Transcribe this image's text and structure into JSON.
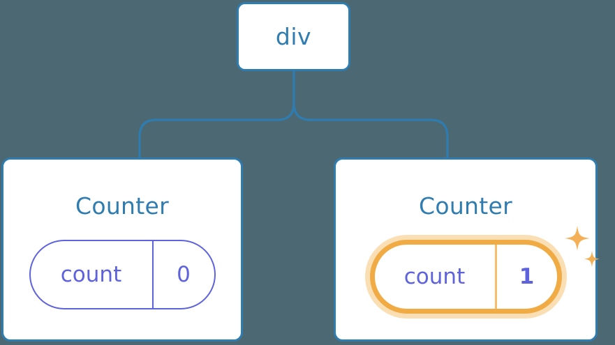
{
  "diagram": {
    "type": "component-tree",
    "title": "React component tree with highlighted state update",
    "background_color": "#4c6872",
    "accent_color": "#2f7cb0",
    "state_color": "#5e63dd",
    "highlight_color": "#f0ab45",
    "highlight_glow_color": "#fbdfb4",
    "root": {
      "label": "div",
      "node_name": "div-node"
    },
    "children": [
      {
        "node_name": "counter-left",
        "title": "Counter",
        "state": {
          "key": "count",
          "value": "0"
        },
        "highlighted": false
      },
      {
        "node_name": "counter-right",
        "title": "Counter",
        "state": {
          "key": "count",
          "value": "1"
        },
        "highlighted": true,
        "sparkle_icon": "sparkles-icon"
      }
    ],
    "edges": [
      {
        "from": "div",
        "to": "counter-left"
      },
      {
        "from": "div",
        "to": "counter-right"
      }
    ]
  }
}
